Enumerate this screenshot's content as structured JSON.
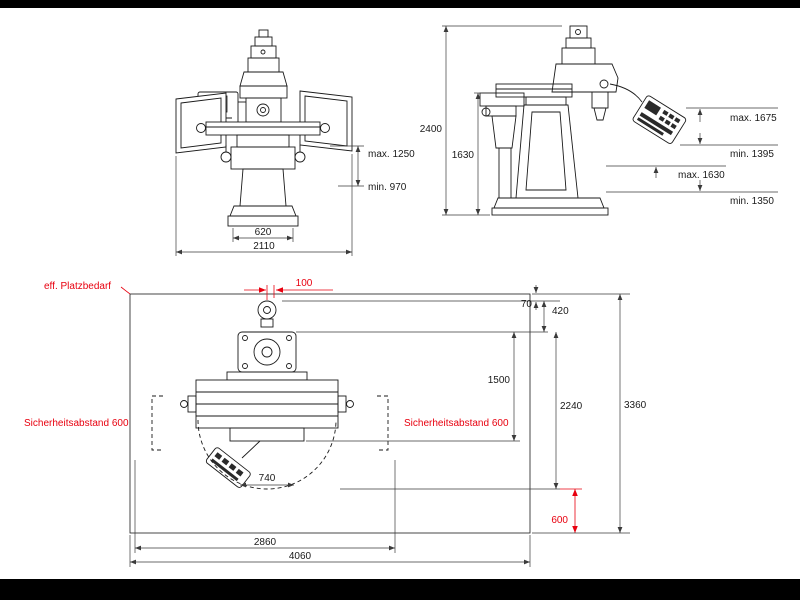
{
  "colors": {
    "background": "#ffffff",
    "letterbox_bar": "#000000",
    "line": "#1a1a1a",
    "accent_red": "#e8000f"
  },
  "front_view": {
    "width_base": "620",
    "width_total": "2110",
    "height_max": "max. 1250",
    "height_min": "min. 970"
  },
  "side_view": {
    "height_total": "2400",
    "height_table": "1630",
    "panel_max": "max. 1675",
    "panel_min": "min. 1395",
    "spindle_max": "max. 1630",
    "spindle_min": "min. 1350"
  },
  "plan_view": {
    "space_label": "eff. Platzbedarf",
    "offset_100": "100",
    "offset_70": "70",
    "depth_420": "420",
    "depth_1500": "1500",
    "depth_2240": "2240",
    "depth_total": "3360",
    "safety_left": "Sicherheitsabstand 600",
    "safety_right": "Sicherheitsabstand 600",
    "swing_radius": "740",
    "safety_bottom": "600",
    "width_2860": "2860",
    "width_total": "4060"
  }
}
